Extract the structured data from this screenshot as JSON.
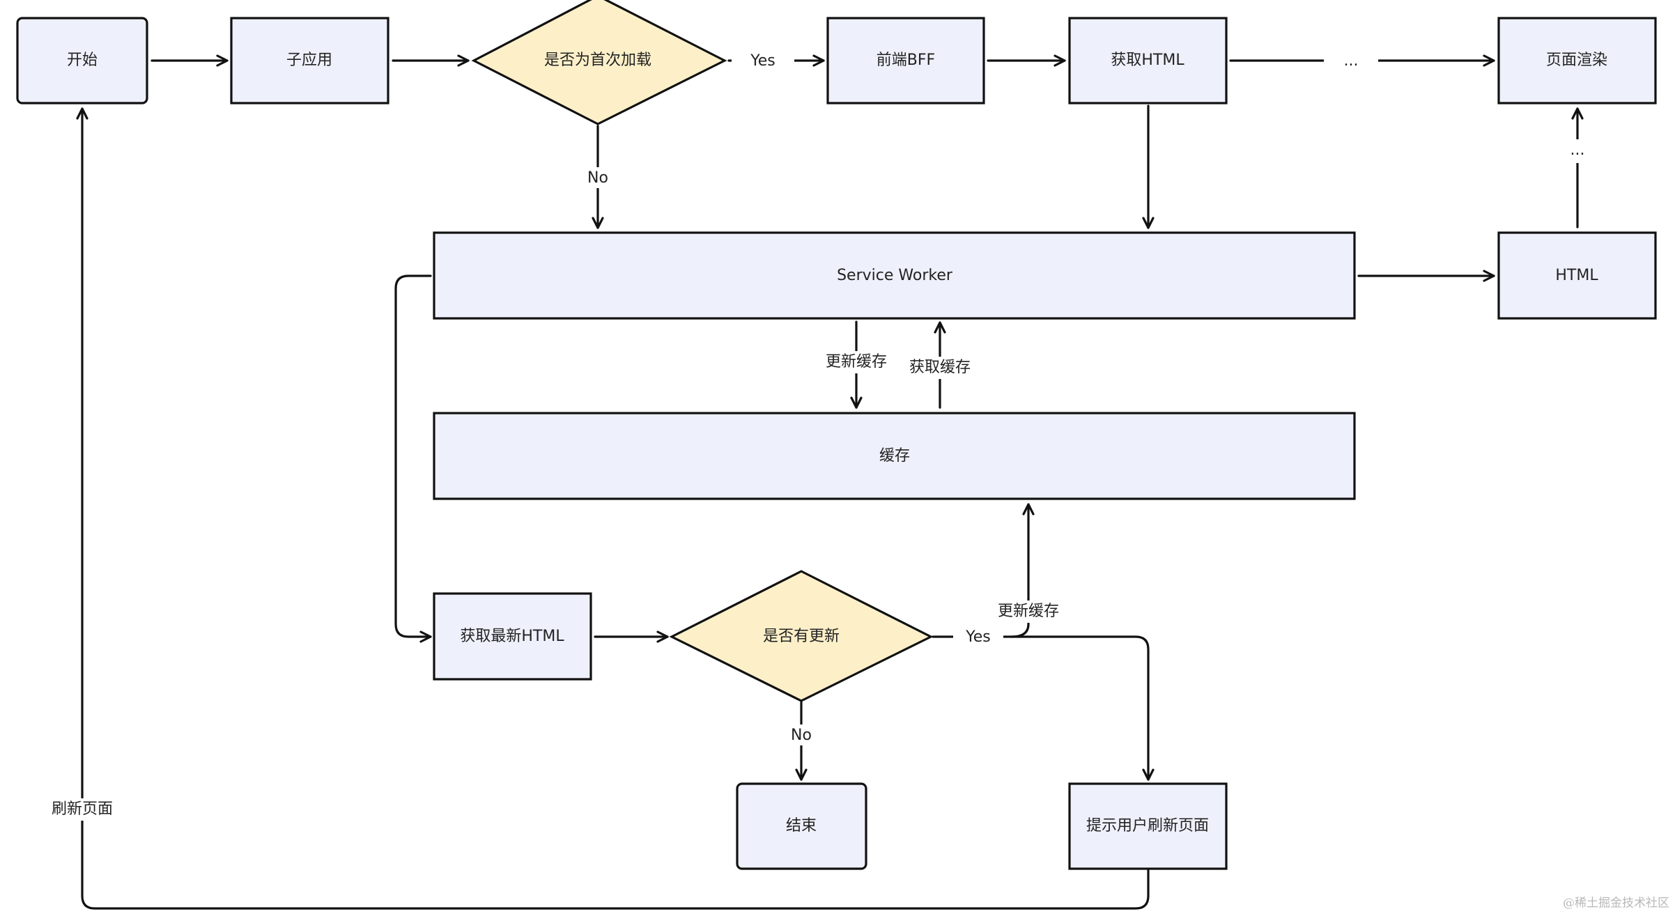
{
  "nodes": {
    "start": "开始",
    "sub_app": "子应用",
    "first_load": "是否为首次加载",
    "bff": "前端BFF",
    "get_html": "获取HTML",
    "render": "页面渲染",
    "service_worker": "Service Worker",
    "html": "HTML",
    "cache": "缓存",
    "get_latest_html": "获取最新HTML",
    "has_update": "是否有更新",
    "end": "结束",
    "prompt_refresh": "提示用户刷新页面"
  },
  "edges": {
    "yes_first": "Yes",
    "ellipsis_top": "...",
    "no_first": "No",
    "ellipsis_right": "...",
    "update_cache_sw": "更新缓存",
    "get_cache": "获取缓存",
    "update_cache": "更新缓存",
    "yes_update": "Yes",
    "no_update": "No",
    "refresh_page": "刷新页面"
  },
  "watermark": "@稀土掘金技术社区",
  "colors": {
    "process_fill": "#eef1fb",
    "decision_fill": "#fdf0c9",
    "stroke": "#111111"
  }
}
